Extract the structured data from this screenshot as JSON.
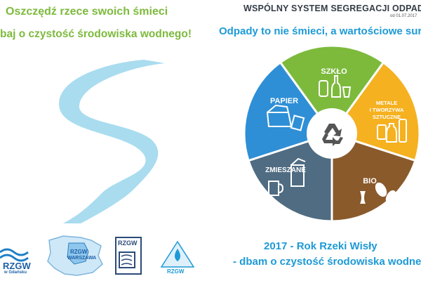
{
  "left": {
    "title_line1": "Oszczędź rzece swoich śmieci",
    "title_line2": "baj o czystość środowiska wodnego!"
  },
  "right": {
    "title": "WSPÓLNY SYSTEM SEGREGACJI ODPADÓW",
    "date": "od 01.07.2017",
    "subtitle": "Odpady to nie śmieci, a wartościowe suro",
    "bottom_line1": "2017 - Rok Rzeki Wisły",
    "bottom_line2": "- dbam o czystość środowiska wodneg"
  },
  "wheel": {
    "segments": [
      {
        "label": "SZKŁO",
        "color": "#7dba3c"
      },
      {
        "label_line1": "METALE",
        "label_line2": "I TWORZYWA",
        "label_line3": "SZTUCZNE",
        "color": "#f5b120"
      },
      {
        "label": "BIO",
        "color": "#8a5a2b"
      },
      {
        "label": "ZMIESZANE",
        "color": "#4f6c82"
      },
      {
        "label": "PAPIER",
        "color": "#2e8fd6"
      }
    ],
    "center_icon": "recycle-icon"
  },
  "logos": {
    "logo1_text": "RZGW",
    "logo1_sub": "w Gdańsku",
    "logo2_text": "RZGW",
    "logo2_sub": "WARSZAWA",
    "logo3_text": "RZGW",
    "logo4_text": "RZGW"
  },
  "colors": {
    "green": "#7dba3c",
    "blue": "#1d9ad6",
    "river": "#a9dcef"
  }
}
